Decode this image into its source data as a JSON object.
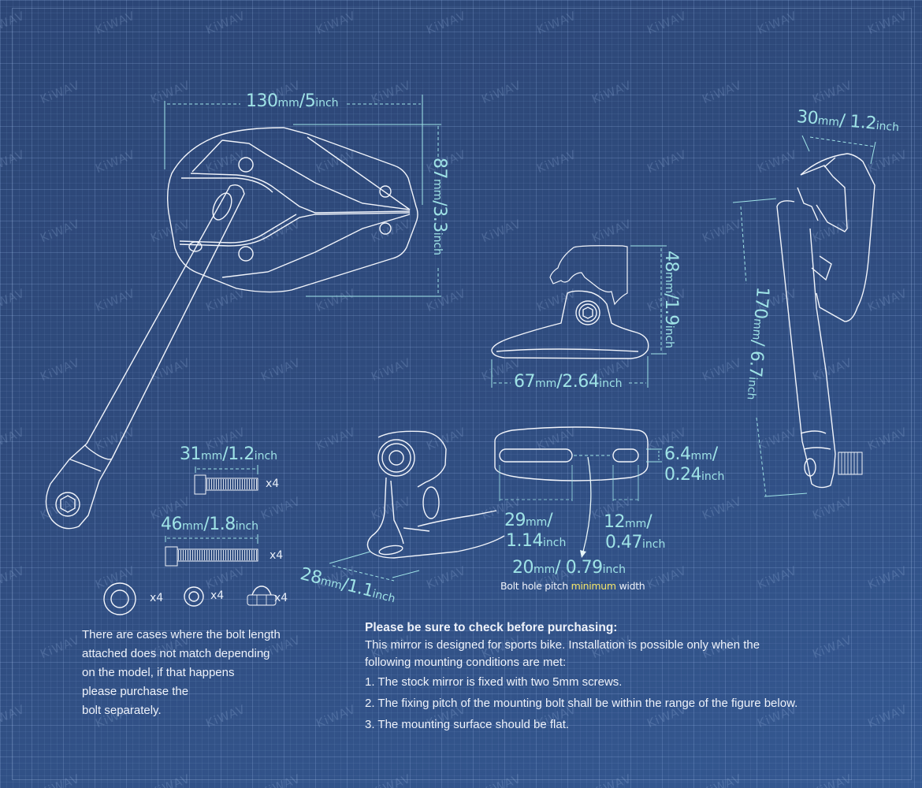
{
  "watermark": "KiWAV",
  "colors": {
    "background": "#2f4b7d",
    "dimension_text": "#9fe3e6",
    "body_text": "#eef2fa",
    "highlight": "#f5e66a",
    "line_art": "#f2f5fb"
  },
  "mirror_front": {
    "width": {
      "value": "130",
      "unit1": "mm",
      "sep": "/",
      "value2": "5",
      "unit2": "inch"
    },
    "height": {
      "value": "87",
      "unit1": "mm",
      "sep": "/",
      "value2": "3.3",
      "unit2": "inch"
    }
  },
  "mount_block": {
    "height": {
      "value": "48",
      "unit1": "mm",
      "sep": "/",
      "value2": "1.9",
      "unit2": "inch"
    },
    "width": {
      "value": "67",
      "unit1": "mm",
      "sep": "/",
      "value2": "2.64",
      "unit2": "inch"
    }
  },
  "mirror_side": {
    "depth": {
      "value": "30",
      "unit1": "mm",
      "sep": "/ ",
      "value2": "1.2",
      "unit2": "inch"
    },
    "length": {
      "value": "170",
      "unit1": "mm",
      "sep": "/ ",
      "value2": "6.7",
      "unit2": "inch"
    }
  },
  "base_3d": {
    "depth": {
      "value": "28",
      "unit1": "mm",
      "sep": "/",
      "value2": "1.1",
      "unit2": "inch"
    }
  },
  "base_plate": {
    "slot_height": {
      "value": "6.4",
      "unit1": "mm",
      "sep": "/",
      "value2": "0.24",
      "unit2": "inch"
    },
    "long_slot": {
      "value": "29",
      "unit1": "mm",
      "sep": "/",
      "value2": "1.14",
      "unit2": "inch"
    },
    "short_slot": {
      "value": "12",
      "unit1": "mm",
      "sep": "/",
      "value2": "0.47",
      "unit2": "inch"
    },
    "pitch": {
      "value": "20",
      "unit1": "mm",
      "sep": "/ ",
      "value2": "0.79",
      "unit2": "inch"
    },
    "caption_pre": "Bolt hole pitch ",
    "caption_highlight": "minimum",
    "caption_post": " width"
  },
  "hardware": {
    "bolt_short": {
      "value": "31",
      "unit1": "mm",
      "sep": "/",
      "value2": "1.2",
      "unit2": "inch",
      "qty": "x4"
    },
    "bolt_long": {
      "value": "46",
      "unit1": "mm",
      "sep": "/",
      "value2": "1.8",
      "unit2": "inch",
      "qty": "x4"
    },
    "washer_large_qty": "x4",
    "washer_small_qty": "x4",
    "cap_nut_qty": "x4"
  },
  "bolt_note": [
    "There are cases where the bolt length",
    "attached does not match depending",
    "on the model, if that happens",
    "please purchase the",
    "bolt separately."
  ],
  "purchase_check": {
    "title": "Please be sure to check before purchasing:",
    "intro_lines": [
      "This mirror is designed for sports bike. Installation is possible only when the",
      "following mounting conditions are met:"
    ],
    "items": [
      "1. The stock mirror is fixed with two 5mm screws.",
      "2. The fixing pitch of the mounting bolt shall be within the range of the figure below.",
      "3. The mounting surface should be flat."
    ]
  }
}
